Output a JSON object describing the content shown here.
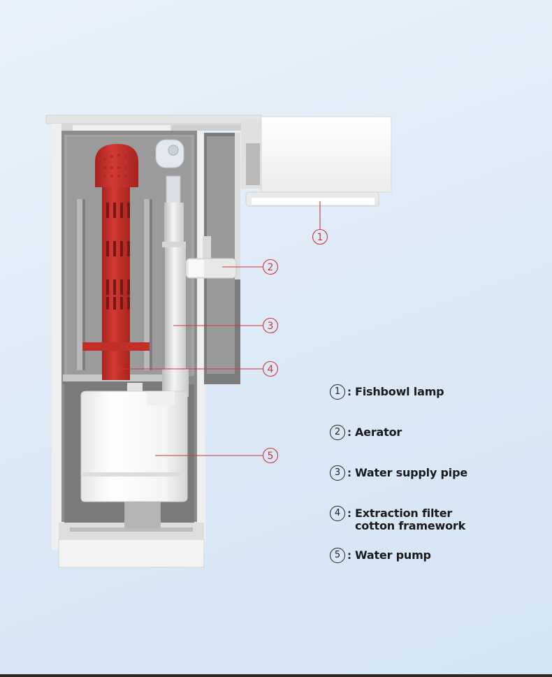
{
  "callouts": [
    "1",
    "2",
    "3",
    "4",
    "5"
  ],
  "legend": [
    {
      "num": "1",
      "label": "Fishbowl lamp"
    },
    {
      "num": "2",
      "label": "Aerator"
    },
    {
      "num": "3",
      "label": "Water supply pipe"
    },
    {
      "num": "4",
      "label": "Extraction filter cotton framework"
    },
    {
      "num": "5",
      "label": "Water pump"
    }
  ],
  "colors": {
    "callout_line": "#d2343a",
    "filter_red": "#c6302c",
    "housing_grey": "#8b8b8b",
    "housing_white": "#f2f2f2"
  }
}
